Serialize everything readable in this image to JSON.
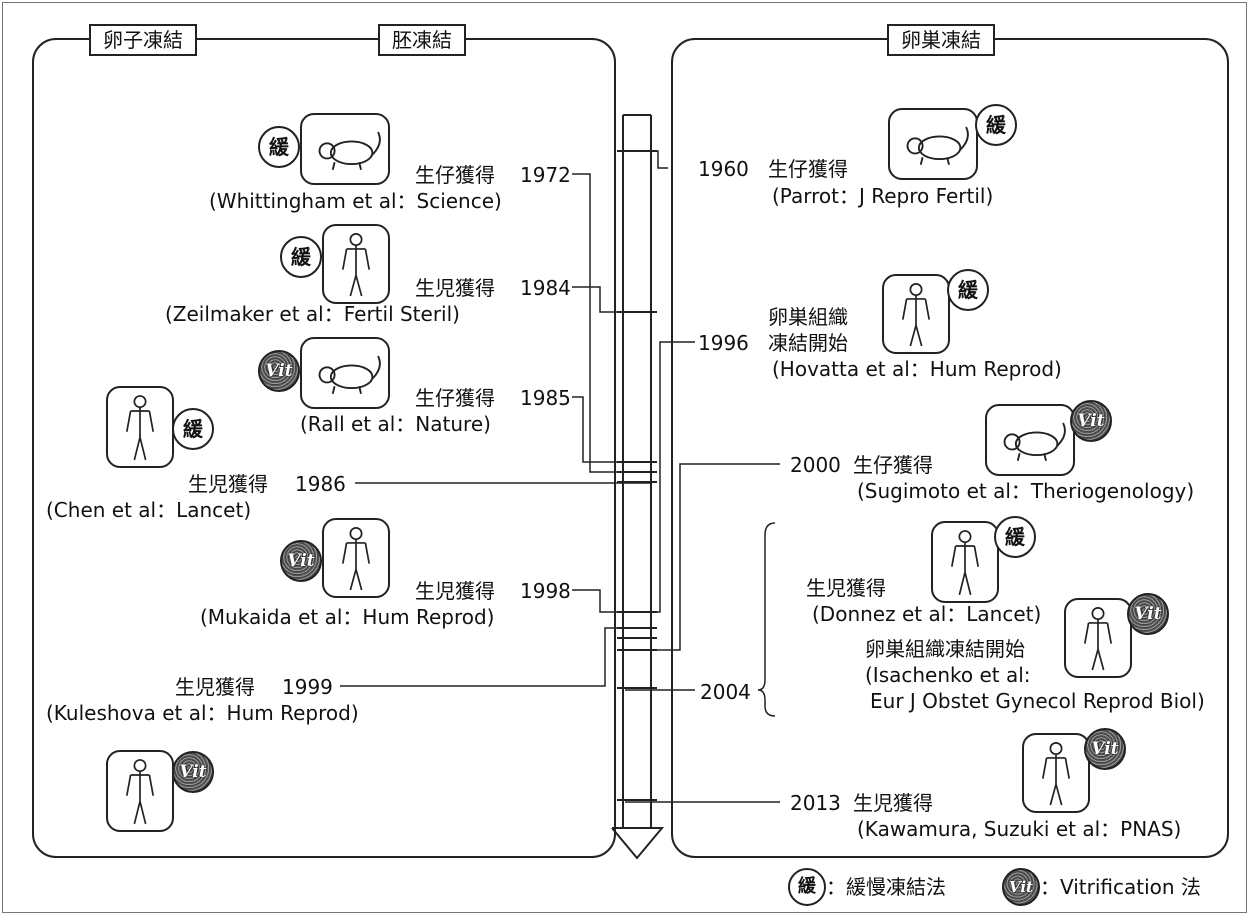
{
  "left_panel": {
    "header_oocyte": "卵子凍結",
    "header_embryo": "胚凍結"
  },
  "right_panel": {
    "header_ovary": "卵巣凍結"
  },
  "left_events": [
    {
      "label": "生仔獲得",
      "year": "1972",
      "ref": "(Whittingham et al：Science)"
    },
    {
      "label": "生児獲得",
      "year": "1984",
      "ref": "(Zeilmaker et al：Fertil Steril)"
    },
    {
      "label": "生仔獲得",
      "year": "1985",
      "ref": "(Rall et al：Nature)"
    },
    {
      "label": "生児獲得",
      "year": "1986",
      "ref": "(Chen et al：Lancet)"
    },
    {
      "label": "生児獲得",
      "year": "1998",
      "ref": "(Mukaida et al：Hum Reprod)"
    },
    {
      "label": "生児獲得",
      "year": "1999",
      "ref": "(Kuleshova et al：Hum Reprod)"
    }
  ],
  "right_events": [
    {
      "year": "1960",
      "label": "生仔獲得",
      "ref": "(Parrot：J Repro Fertil)"
    },
    {
      "year": "1996",
      "label_line1": "卵巣組織",
      "label_line2": "凍結開始",
      "ref": "(Hovatta et al：Hum Reprod)"
    },
    {
      "year": "2000",
      "label": "生仔獲得",
      "ref": "(Sugimoto et al：Theriogenology)"
    },
    {
      "year": "2004",
      "label_a": "生児獲得",
      "ref_a": "(Donnez et al：Lancet)",
      "label_b": "卵巣組織凍結開始",
      "ref_b_line1": "(Isachenko et al:",
      "ref_b_line2": "Eur J Obstet Gynecol Reprod Biol)"
    },
    {
      "year": "2013",
      "label": "生児獲得",
      "ref": "(Kawamura, Suzuki et al：PNAS)"
    }
  ],
  "badges": {
    "slow": "緩",
    "vit": "Vit"
  },
  "legend": {
    "slow_desc": "：緩慢凍結法",
    "vit_desc": "：Vitrification 法"
  }
}
